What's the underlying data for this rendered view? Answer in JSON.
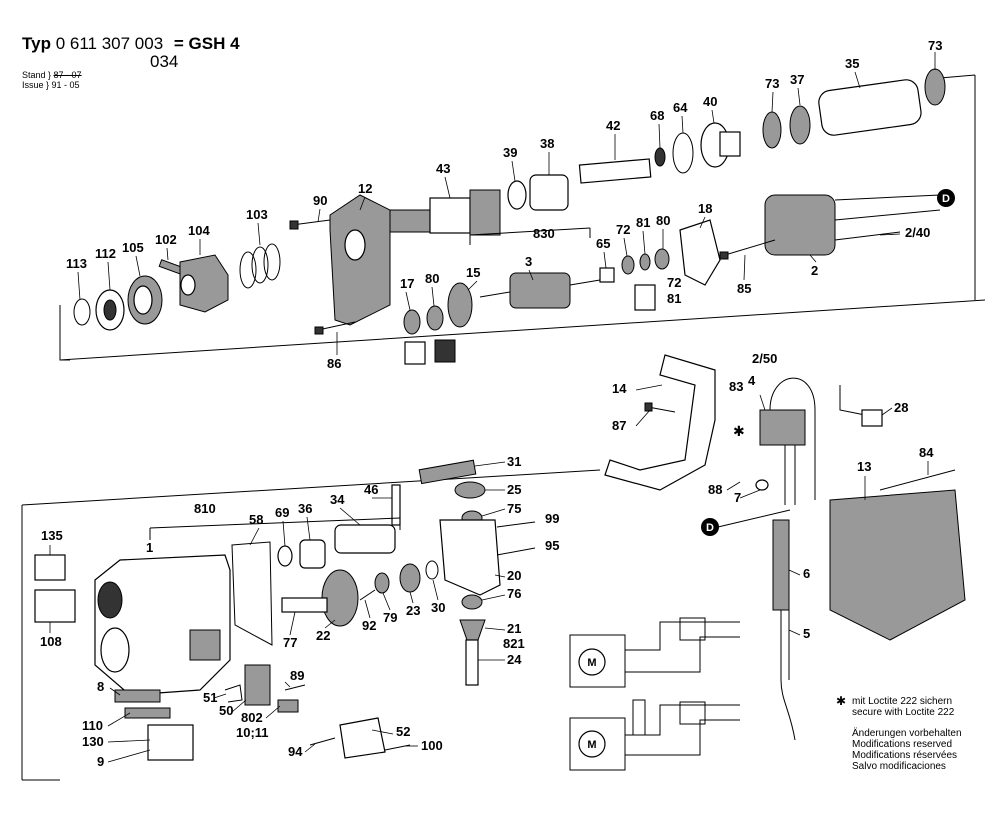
{
  "header": {
    "type_label": "Typ",
    "type_number": "0 611 307 003",
    "type_number_alt": "034",
    "equals_model": "= GSH 4",
    "stand_label": "Stand",
    "issue_label": "Issue",
    "stand_old_value": "87 - 07",
    "issue_value": "91 - 05"
  },
  "callouts": [
    {
      "id": "c73a",
      "text": "73"
    },
    {
      "id": "c35",
      "text": "35"
    },
    {
      "id": "c37",
      "text": "37"
    },
    {
      "id": "c73b",
      "text": "73"
    },
    {
      "id": "c40",
      "text": "40"
    },
    {
      "id": "c64",
      "text": "64"
    },
    {
      "id": "c68",
      "text": "68"
    },
    {
      "id": "c42",
      "text": "42"
    },
    {
      "id": "c38",
      "text": "38"
    },
    {
      "id": "c39",
      "text": "39"
    },
    {
      "id": "c43",
      "text": "43"
    },
    {
      "id": "c12",
      "text": "12"
    },
    {
      "id": "c90",
      "text": "90"
    },
    {
      "id": "c103",
      "text": "103"
    },
    {
      "id": "c104",
      "text": "104"
    },
    {
      "id": "c102",
      "text": "102"
    },
    {
      "id": "c105",
      "text": "105"
    },
    {
      "id": "c112",
      "text": "112"
    },
    {
      "id": "c113",
      "text": "113"
    },
    {
      "id": "c86",
      "text": "86"
    },
    {
      "id": "c17",
      "text": "17"
    },
    {
      "id": "c80a",
      "text": "80"
    },
    {
      "id": "c15",
      "text": "15"
    },
    {
      "id": "c3",
      "text": "3"
    },
    {
      "id": "c830",
      "text": "830"
    },
    {
      "id": "c65",
      "text": "65"
    },
    {
      "id": "c72a",
      "text": "72"
    },
    {
      "id": "c81a",
      "text": "81"
    },
    {
      "id": "c80b",
      "text": "80"
    },
    {
      "id": "c18",
      "text": "18"
    },
    {
      "id": "c72b",
      "text": "72"
    },
    {
      "id": "c81b",
      "text": "81"
    },
    {
      "id": "c85",
      "text": "85"
    },
    {
      "id": "c2",
      "text": "2"
    },
    {
      "id": "c2_40",
      "text": "2/40"
    },
    {
      "id": "c14",
      "text": "14"
    },
    {
      "id": "c87",
      "text": "87"
    },
    {
      "id": "c2_50",
      "text": "2/50"
    },
    {
      "id": "c83",
      "text": "83"
    },
    {
      "id": "c4",
      "text": "4"
    },
    {
      "id": "c28",
      "text": "28"
    },
    {
      "id": "c88",
      "text": "88"
    },
    {
      "id": "c7",
      "text": "7"
    },
    {
      "id": "c13",
      "text": "13"
    },
    {
      "id": "c84",
      "text": "84"
    },
    {
      "id": "c6",
      "text": "6"
    },
    {
      "id": "c5",
      "text": "5"
    },
    {
      "id": "c31",
      "text": "31"
    },
    {
      "id": "c25",
      "text": "25"
    },
    {
      "id": "c46",
      "text": "46"
    },
    {
      "id": "c34",
      "text": "34"
    },
    {
      "id": "c75",
      "text": "75"
    },
    {
      "id": "c99",
      "text": "99"
    },
    {
      "id": "c95",
      "text": "95"
    },
    {
      "id": "c20",
      "text": "20"
    },
    {
      "id": "c76",
      "text": "76"
    },
    {
      "id": "c30",
      "text": "30"
    },
    {
      "id": "c23",
      "text": "23"
    },
    {
      "id": "c79",
      "text": "79"
    },
    {
      "id": "c92",
      "text": "92"
    },
    {
      "id": "c22",
      "text": "22"
    },
    {
      "id": "c77",
      "text": "77"
    },
    {
      "id": "c810",
      "text": "810"
    },
    {
      "id": "c58",
      "text": "58"
    },
    {
      "id": "c69",
      "text": "69"
    },
    {
      "id": "c36",
      "text": "36"
    },
    {
      "id": "c1",
      "text": "1"
    },
    {
      "id": "c135",
      "text": "135"
    },
    {
      "id": "c108",
      "text": "108"
    },
    {
      "id": "c8",
      "text": "8"
    },
    {
      "id": "c110",
      "text": "110"
    },
    {
      "id": "c130",
      "text": "130"
    },
    {
      "id": "c9",
      "text": "9"
    },
    {
      "id": "c51",
      "text": "51"
    },
    {
      "id": "c50",
      "text": "50"
    },
    {
      "id": "c802",
      "text": "802"
    },
    {
      "id": "c10_11",
      "text": "10;11"
    },
    {
      "id": "c89",
      "text": "89"
    },
    {
      "id": "c94",
      "text": "94"
    },
    {
      "id": "c52",
      "text": "52"
    },
    {
      "id": "c100",
      "text": "100"
    },
    {
      "id": "c21",
      "text": "21"
    },
    {
      "id": "c821",
      "text": "821"
    },
    {
      "id": "c24",
      "text": "24"
    }
  ],
  "markers": {
    "d_top": "D",
    "d_bottom": "D",
    "motor_symbol": "M"
  },
  "notes": {
    "loctite_de": "mit Loctite 222 sichern",
    "loctite_en": "secure with Loctite 222",
    "mod_de": "Änderungen vorbehalten",
    "mod_en": "Modifications reserved",
    "mod_fr": "Modifications réservées",
    "mod_es": "Salvo modificaciones"
  },
  "icons": {
    "star": "asterisk-icon"
  }
}
